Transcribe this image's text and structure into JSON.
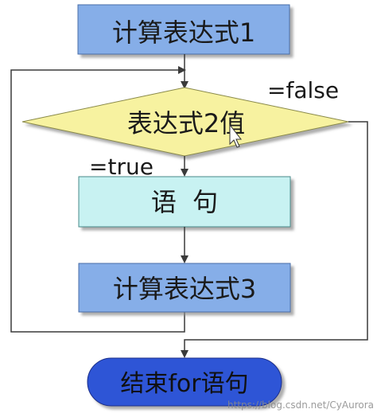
{
  "flowchart": {
    "step1": {
      "label": "计算表达式1",
      "fill": "#86aee8",
      "stroke": "#4a6ea8"
    },
    "condition": {
      "label": "表达式2值",
      "fill": "#f7f2a0",
      "stroke": "#8a8a4a"
    },
    "branch_false": "=false",
    "branch_true": "=true",
    "statement": {
      "label": "语  句",
      "fill": "#c8f2f2",
      "stroke": "#4a8a8a"
    },
    "step3": {
      "label": "计算表达式3",
      "fill": "#86aee8",
      "stroke": "#4a6ea8"
    },
    "end": {
      "label": "结束for语句",
      "fill": "#2e54d6",
      "stroke": "#1a2f8a"
    }
  },
  "watermark": "https://blog.csdn.net/CyAurora"
}
